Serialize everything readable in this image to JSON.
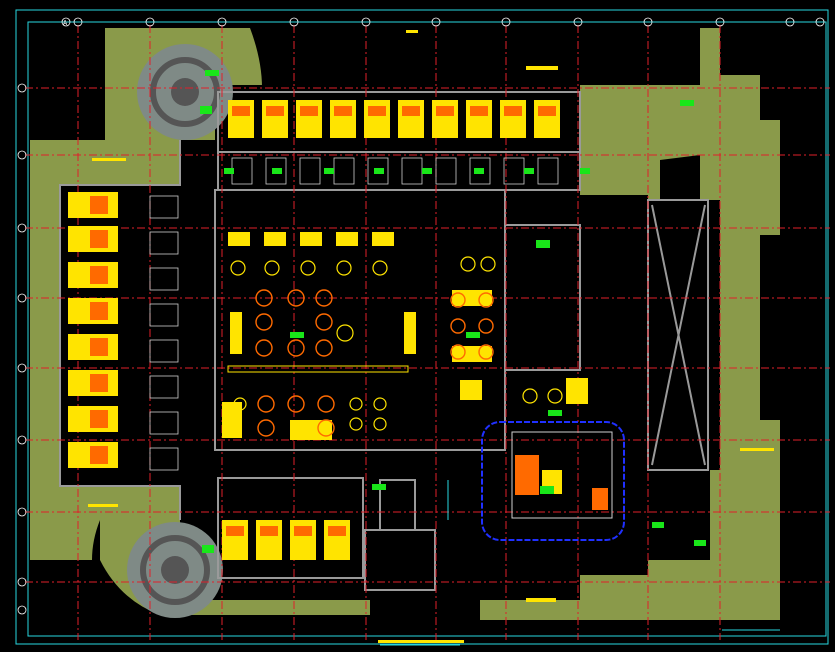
{
  "drawing": {
    "background_color": "#000000",
    "colors": {
      "landscape": "#8a9a4a",
      "plaza": "#7f8a86",
      "wall": "#9a9a9a",
      "grid_red": "#e0202a",
      "grid_pink": "#ff4fa0",
      "furniture": "#ffe400",
      "furniture_alt": "#ff6a00",
      "room_tag": "#19e619",
      "cyan": "#27d7e0",
      "blue_cloud": "#2030ff",
      "white": "#ffffff"
    },
    "grid_bubble_count_top": 13,
    "grid_bubble_count_left": 9,
    "top_bubble_labels": [
      "A"
    ]
  }
}
